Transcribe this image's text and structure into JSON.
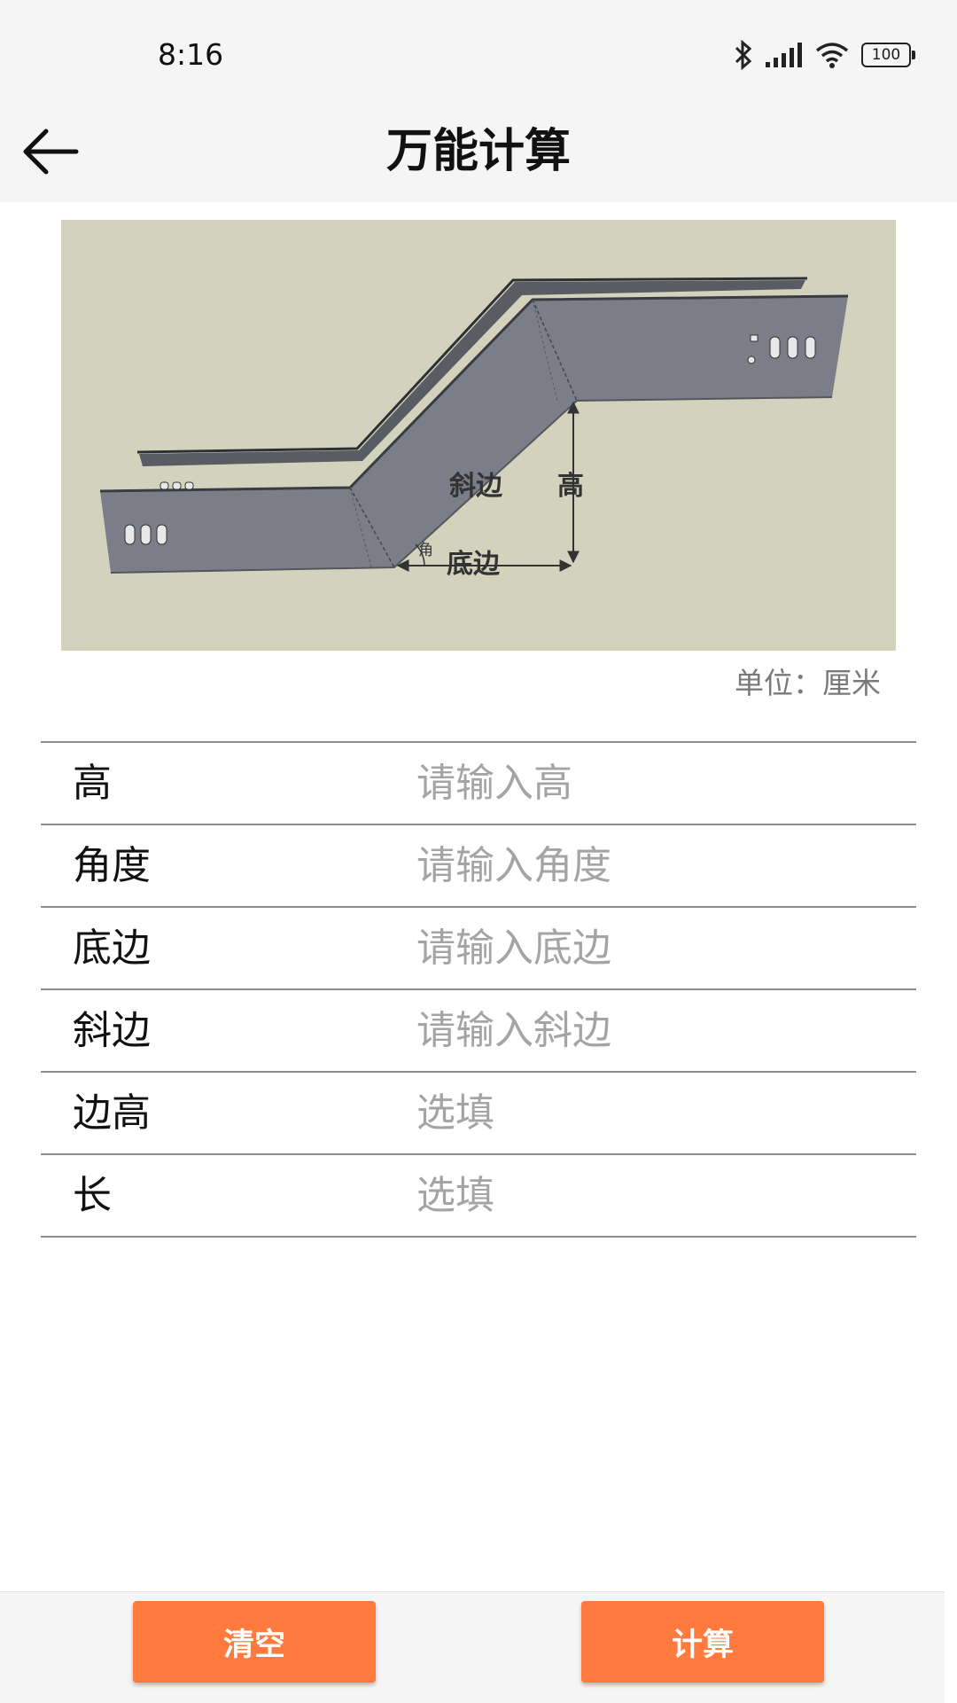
{
  "status_bar": {
    "time": "8:16",
    "battery": "100",
    "icons": [
      "bluetooth-icon",
      "signal-icon",
      "wifi-icon",
      "battery-icon"
    ]
  },
  "header": {
    "title": "万能计算",
    "back_icon": "arrow-left-icon"
  },
  "diagram": {
    "labels": {
      "hypotenuse": "斜边",
      "height": "高",
      "base": "底边",
      "angle": "角"
    }
  },
  "unit_label": "单位：厘米",
  "form": {
    "rows": [
      {
        "label": "高",
        "placeholder": "请输入高",
        "value": ""
      },
      {
        "label": "角度",
        "placeholder": "请输入角度",
        "value": ""
      },
      {
        "label": "底边",
        "placeholder": "请输入底边",
        "value": ""
      },
      {
        "label": "斜边",
        "placeholder": "请输入斜边",
        "value": ""
      },
      {
        "label": "边高",
        "placeholder": "选填",
        "value": ""
      },
      {
        "label": "长",
        "placeholder": "选填",
        "value": ""
      }
    ]
  },
  "buttons": {
    "clear": "清空",
    "calculate": "计算"
  },
  "colors": {
    "accent": "#ff7a3c",
    "diagram_bg": "#d3d3bd",
    "tray": "#7b7e88",
    "bar_bg": "#f5f5f5"
  }
}
